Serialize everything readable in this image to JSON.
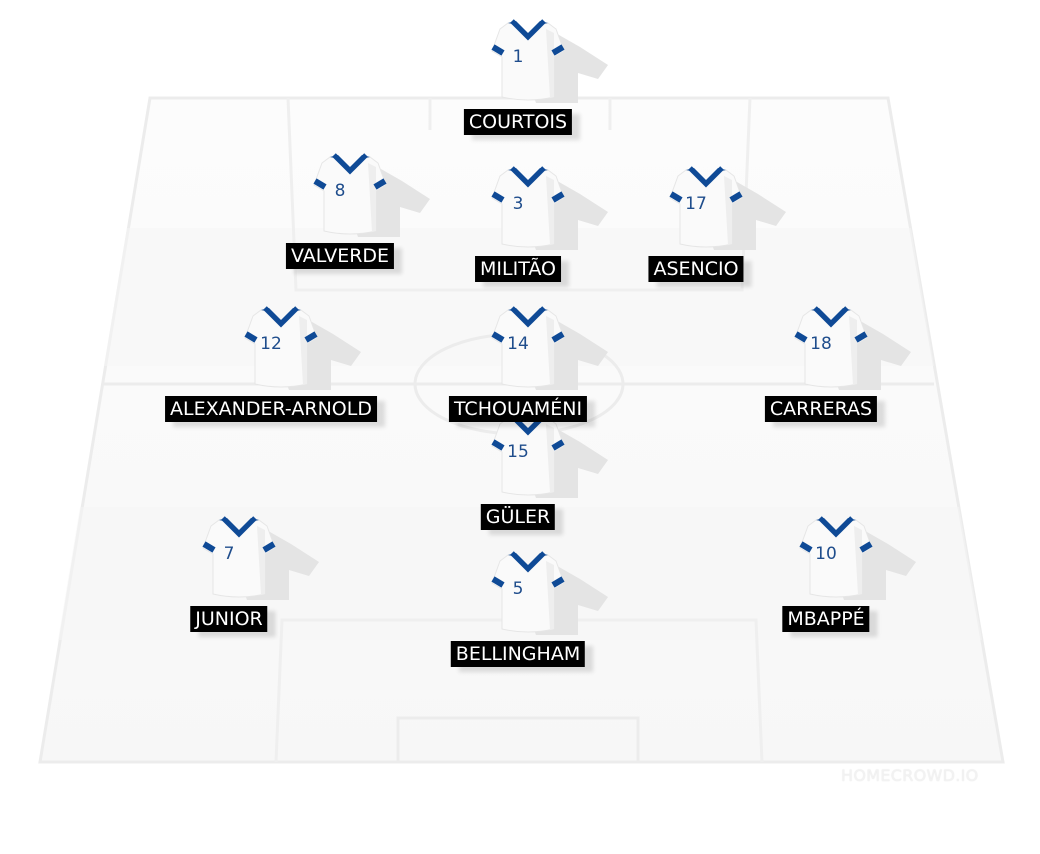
{
  "team_colors": {
    "shirt": "#ffffff",
    "trim": "#0f4a96",
    "number": "#1f4d8c",
    "label_bg": "#000000",
    "label_text": "#ffffff"
  },
  "players": [
    {
      "number": "1",
      "name": "COURTOIS"
    },
    {
      "number": "8",
      "name": "VALVERDE"
    },
    {
      "number": "3",
      "name": "MILITÃO"
    },
    {
      "number": "17",
      "name": "ASENCIO"
    },
    {
      "number": "12",
      "name": "ALEXANDER-ARNOLD"
    },
    {
      "number": "14",
      "name": "TCHOUAMÉNI"
    },
    {
      "number": "18",
      "name": "CARRERAS"
    },
    {
      "number": "15",
      "name": "GÜLER"
    },
    {
      "number": "7",
      "name": "JUNIOR"
    },
    {
      "number": "5",
      "name": "BELLINGHAM"
    },
    {
      "number": "10",
      "name": "MBAPPÉ"
    }
  ],
  "watermark": "HOMECROWD.IO"
}
